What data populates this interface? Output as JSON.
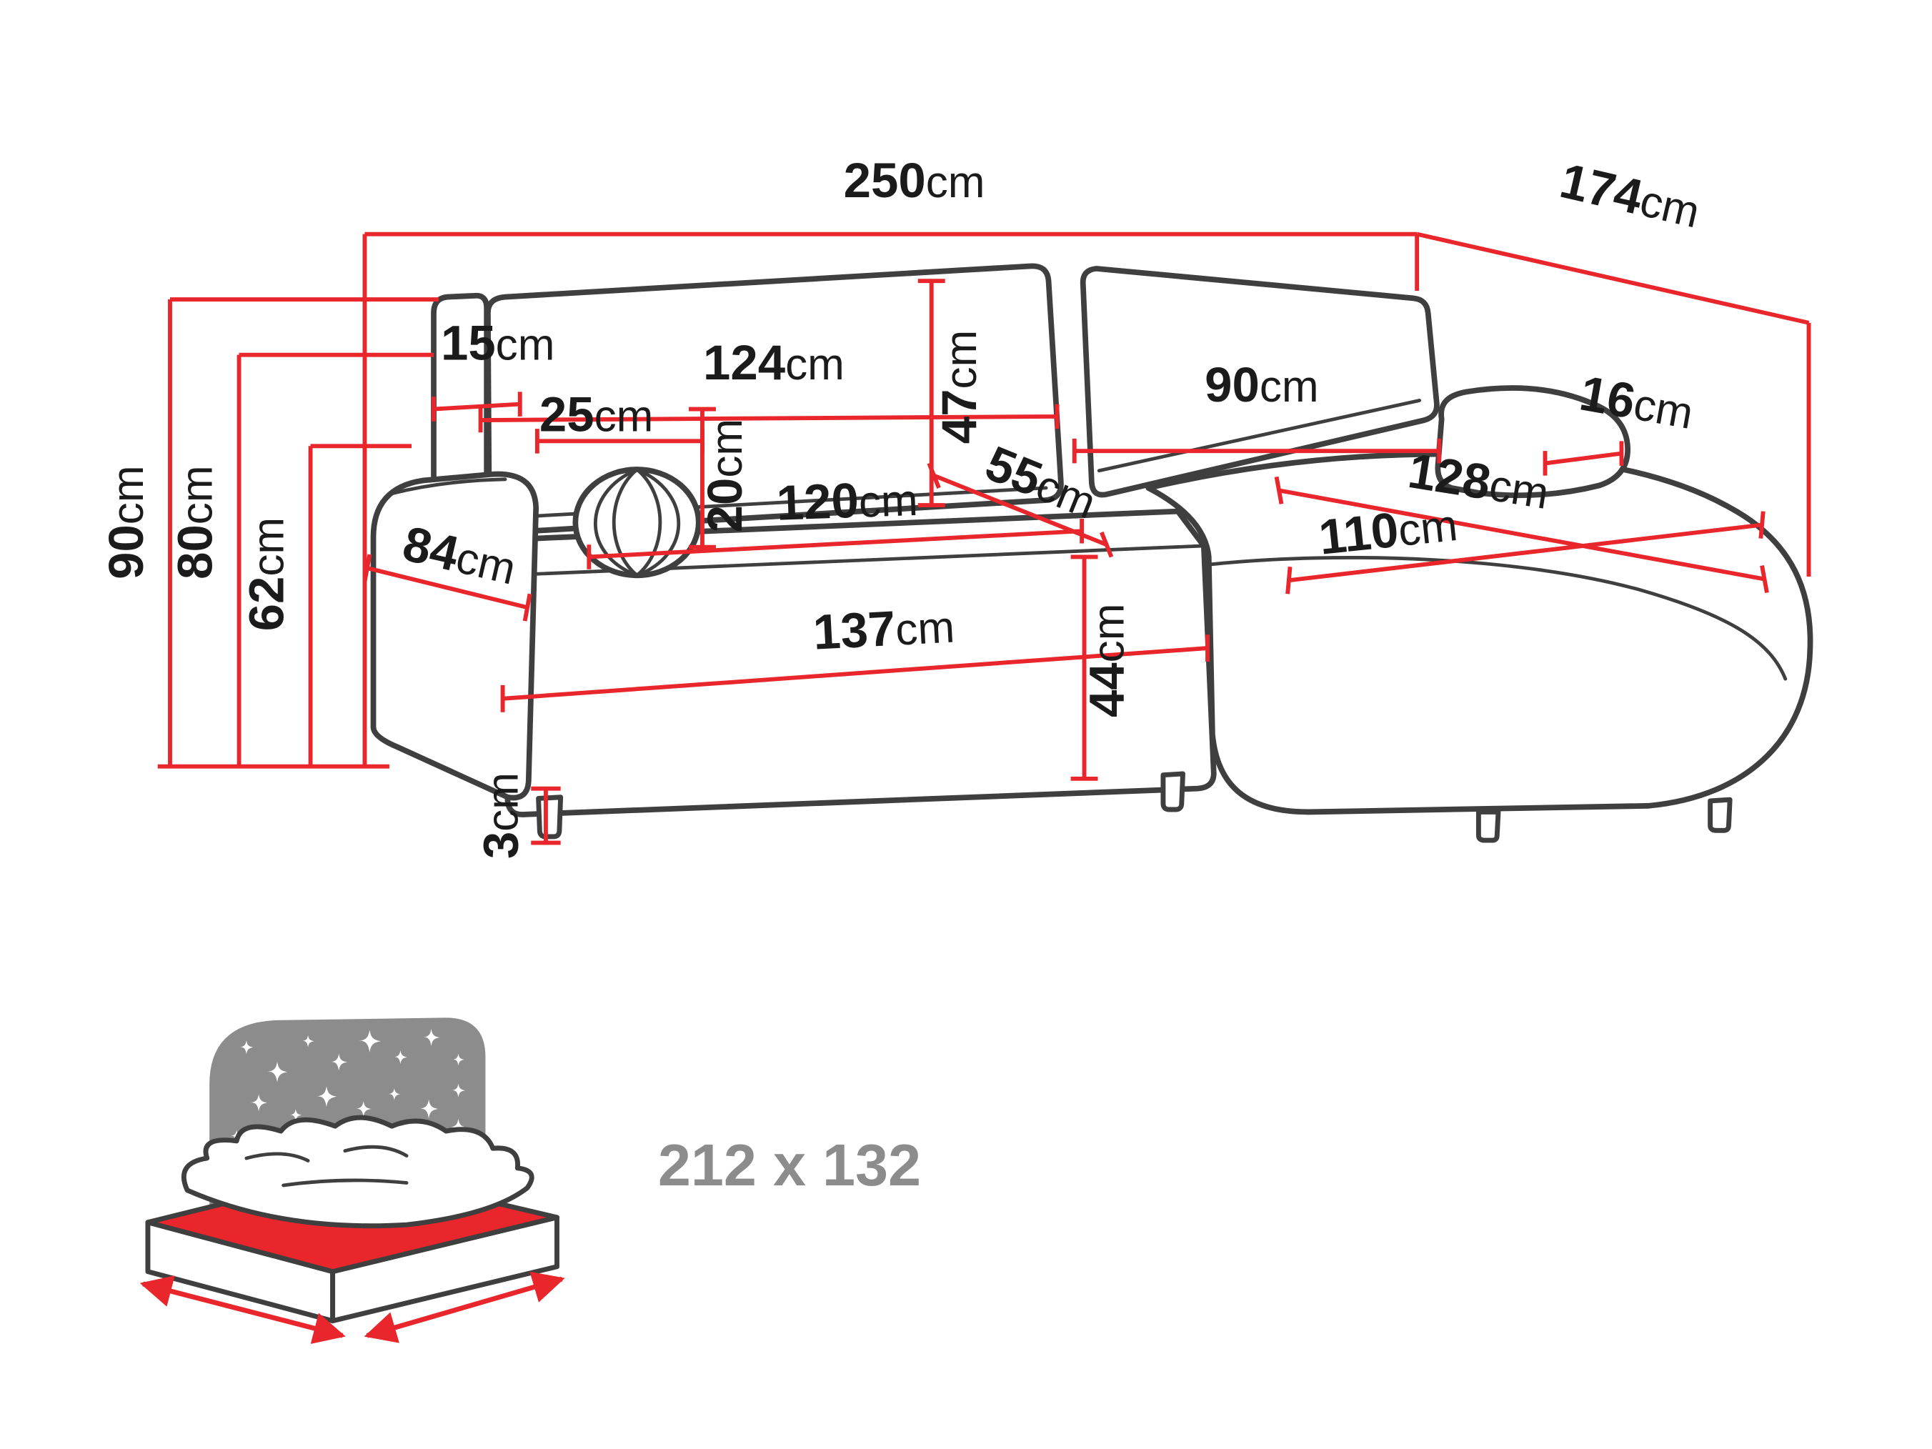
{
  "title": "Corner sofa dimensions diagram",
  "colors": {
    "dimension_red": "#e8262b",
    "outline_gray": "#3f3f3f",
    "icon_gray": "#8c8c8c",
    "text_black": "#1b1b1b"
  },
  "dimensions": {
    "total_width": {
      "value": "250",
      "unit": "cm"
    },
    "total_depth": {
      "value": "174",
      "unit": "cm"
    },
    "overall_height": {
      "value": "90",
      "unit": "cm"
    },
    "backrest_height": {
      "value": "80",
      "unit": "cm"
    },
    "armrest_height": {
      "value": "62",
      "unit": "cm"
    },
    "back_post_width": {
      "value": "15",
      "unit": "cm"
    },
    "left_backrest_width": {
      "value": "124",
      "unit": "cm"
    },
    "backrest_cushion_height": {
      "value": "47",
      "unit": "cm"
    },
    "right_backrest_width": {
      "value": "90",
      "unit": "cm"
    },
    "right_armrest_width": {
      "value": "16",
      "unit": "cm"
    },
    "pillow_width": {
      "value": "25",
      "unit": "cm"
    },
    "pillow_height": {
      "value": "20",
      "unit": "cm"
    },
    "seat_width": {
      "value": "120",
      "unit": "cm"
    },
    "seat_depth": {
      "value": "55",
      "unit": "cm"
    },
    "chaise_length": {
      "value": "128",
      "unit": "cm"
    },
    "chaise_width": {
      "value": "110",
      "unit": "cm"
    },
    "armrest_depth": {
      "value": "84",
      "unit": "cm"
    },
    "front_seat_width": {
      "value": "137",
      "unit": "cm"
    },
    "seat_height": {
      "value": "44",
      "unit": "cm"
    },
    "leg_height": {
      "value": "3",
      "unit": "cm"
    }
  },
  "sleeping_area": {
    "label": "212 x 132"
  }
}
